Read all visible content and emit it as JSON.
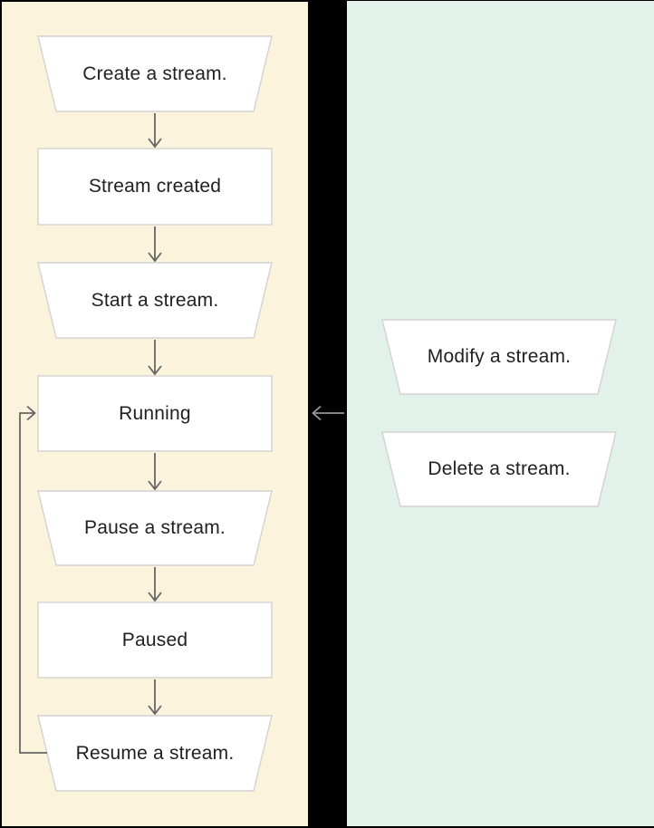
{
  "diagram_type": "flowchart",
  "left_panel": {
    "description": "stream lifecycle flow",
    "nodes": [
      {
        "label": "Create a stream.",
        "shape": "trapezoid",
        "kind": "action"
      },
      {
        "label": "Stream created",
        "shape": "rectangle",
        "kind": "state"
      },
      {
        "label": "Start a stream.",
        "shape": "trapezoid",
        "kind": "action"
      },
      {
        "label": "Running",
        "shape": "rectangle",
        "kind": "state"
      },
      {
        "label": "Pause a stream.",
        "shape": "trapezoid",
        "kind": "action"
      },
      {
        "label": "Paused",
        "shape": "rectangle",
        "kind": "state"
      },
      {
        "label": "Resume a stream.",
        "shape": "trapezoid",
        "kind": "action"
      }
    ]
  },
  "right_panel": {
    "description": "stream operations",
    "nodes": [
      {
        "label": "Modify a stream.",
        "shape": "trapezoid",
        "kind": "action"
      },
      {
        "label": "Delete a stream.",
        "shape": "trapezoid",
        "kind": "action"
      }
    ]
  },
  "connections": [
    {
      "from": "Create a stream.",
      "to": "Stream created",
      "style": "down-arrow"
    },
    {
      "from": "Stream created",
      "to": "Start a stream.",
      "style": "down-arrow"
    },
    {
      "from": "Start a stream.",
      "to": "Running",
      "style": "down-arrow"
    },
    {
      "from": "Running",
      "to": "Pause a stream.",
      "style": "down-arrow"
    },
    {
      "from": "Pause a stream.",
      "to": "Paused",
      "style": "down-arrow"
    },
    {
      "from": "Paused",
      "to": "Resume a stream.",
      "style": "down-arrow"
    },
    {
      "from": "Resume a stream.",
      "to": "Running",
      "style": "loop-back-left"
    },
    {
      "from": "right-panel",
      "to": "Running",
      "style": "left-arrow-in-divider"
    }
  ],
  "colors": {
    "canvas": "#000000",
    "left_panel_bg": "#FBF3DB",
    "right_panel_bg": "#E2F1EA",
    "node_fill": "#FFFFFF",
    "node_border": "#D2D2D2",
    "arrow": "#666666",
    "arrow_on_black": "#979797",
    "text": "#212121"
  }
}
